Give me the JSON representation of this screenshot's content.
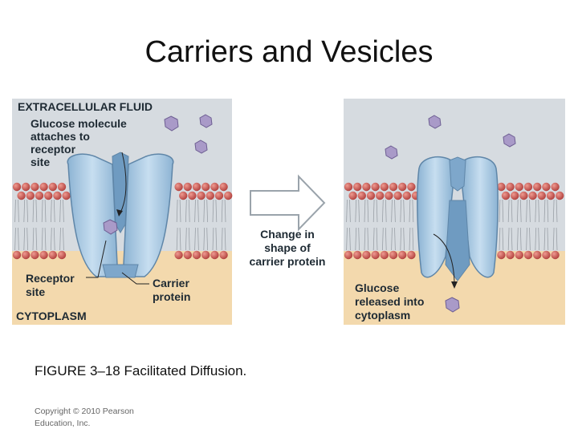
{
  "slide": {
    "title": "Carriers and Vesicles",
    "caption": "FIGURE 3–18 Facilitated Diffusion.",
    "copyright_line1": "Copyright © 2010 Pearson",
    "copyright_line2": "Education, Inc."
  },
  "figure": {
    "left_panel": {
      "region_top": "EXTRACELLULAR FLUID",
      "region_bottom": "CYTOPLASM",
      "glucose_label": [
        "Glucose molecule",
        "attaches to",
        "receptor",
        "site"
      ],
      "receptor_label": [
        "Receptor",
        "site"
      ],
      "carrier_label": [
        "Carrier",
        "protein"
      ]
    },
    "arrow_label": [
      "Change in",
      "shape of",
      "carrier protein"
    ],
    "right_panel": {
      "release_label": [
        "Glucose",
        "released into",
        "cytoplasm"
      ]
    },
    "colors": {
      "extracellular": "#d6dbe0",
      "cytoplasm": "#f3d9ad",
      "phospholipid_head": "#c8504e",
      "protein": "#a9cbe6",
      "glucose": "#a99ac8"
    }
  }
}
